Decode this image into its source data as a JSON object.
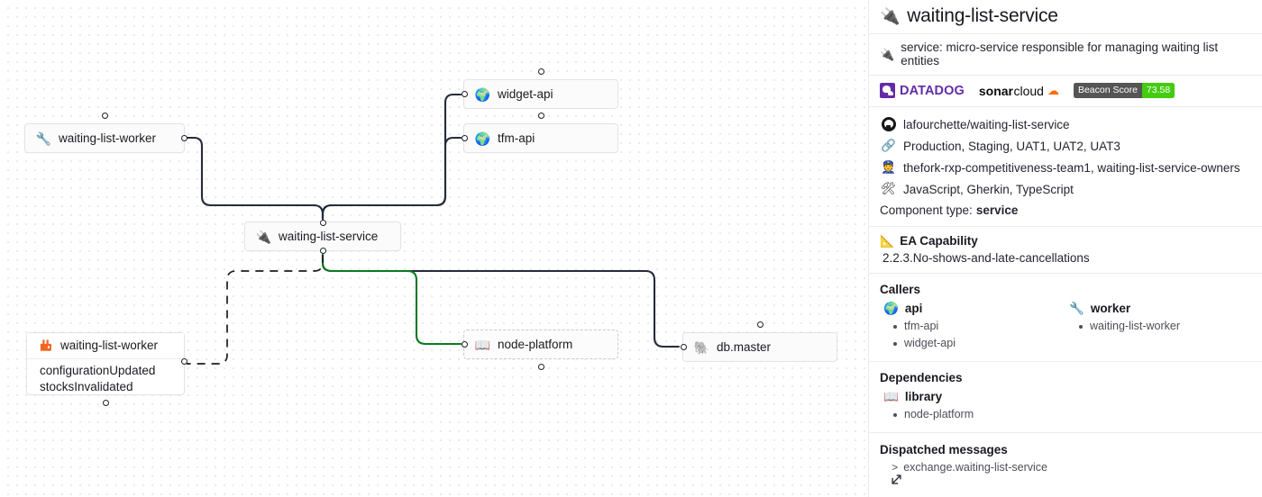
{
  "graph": {
    "nodes": [
      {
        "id": "waiting-list-worker-top",
        "label": "waiting-list-worker",
        "icon": "wrench-icon",
        "glyph": "🔧",
        "style": "solid"
      },
      {
        "id": "widget-api",
        "label": "widget-api",
        "icon": "globe-icon",
        "glyph": "🌍",
        "style": "solid"
      },
      {
        "id": "tfm-api",
        "label": "tfm-api",
        "icon": "globe-icon",
        "glyph": "🌍",
        "style": "solid"
      },
      {
        "id": "waiting-list-service",
        "label": "waiting-list-service",
        "icon": "plug-icon",
        "glyph": "🔌",
        "style": "solid"
      },
      {
        "id": "node-platform",
        "label": "node-platform",
        "icon": "book-icon",
        "glyph": "📖",
        "style": "dashed"
      },
      {
        "id": "db-master",
        "label": "db.master",
        "icon": "postgres-icon",
        "glyph": "🐘",
        "style": "solid"
      },
      {
        "id": "waiting-list-worker-messages",
        "label": "waiting-list-worker",
        "icon": "rabbitmq-icon",
        "glyph": "▌▄",
        "style": "solid",
        "messages": [
          "configurationUpdated",
          "stocksInvalidated"
        ]
      }
    ],
    "edge_colors": {
      "default": "#252b3b",
      "dependency": "#0b7a1f",
      "dashed": "#1b1b20"
    }
  },
  "panel": {
    "title": "waiting-list-service",
    "title_icon": "plug-icon",
    "title_glyph": "🔌",
    "subtitle": "service: micro-service responsible for managing waiting list entities",
    "subtitle_icon": "plug-icon",
    "subtitle_glyph": "🔌",
    "badges": {
      "datadog_label": "DATADOG",
      "sonarcloud_bold": "sonar",
      "sonarcloud_normal": "cloud",
      "beacon_label": "Beacon Score",
      "beacon_value": "73.58",
      "beacon_color": "#44cc11",
      "datadog_color": "#632ca6",
      "sonarcloud_cloud_color": "#fd6a02"
    },
    "meta": [
      {
        "icon": "github-icon",
        "glyph": "",
        "text": "lafourchette/waiting-list-service"
      },
      {
        "icon": "link-icon",
        "glyph": "🔗",
        "text": "Production, Staging, UAT1, UAT2, UAT3"
      },
      {
        "icon": "police-officer-icon",
        "glyph": "👮",
        "text": "thefork-rxp-competitiveness-team1, waiting-list-service-owners"
      },
      {
        "icon": "tools-icon",
        "glyph": "🛠",
        "text": "JavaScript, Gherkin, TypeScript"
      }
    ],
    "component_type_label": "Component type:",
    "component_type_value": "service",
    "ea_capability": {
      "icon": "triangle-ruler-icon",
      "glyph": "📐",
      "heading": "EA Capability",
      "value": "2.2.3.No-shows-and-late-cancellations"
    },
    "callers": {
      "heading": "Callers",
      "groups": [
        {
          "icon": "globe-icon",
          "glyph": "🌍",
          "name": "api",
          "items": [
            "tfm-api",
            "widget-api"
          ]
        },
        {
          "icon": "wrench-icon",
          "glyph": "🔧",
          "name": "worker",
          "items": [
            "waiting-list-worker"
          ]
        }
      ]
    },
    "dependencies": {
      "heading": "Dependencies",
      "groups": [
        {
          "icon": "book-icon",
          "glyph": "📖",
          "name": "library",
          "items": [
            "node-platform"
          ]
        }
      ]
    },
    "dispatched": {
      "heading": "Dispatched messages",
      "prefix": ">",
      "value": "exchange.waiting-list-service",
      "external_link_icon": "external-link-icon",
      "external_link_glyph": "↗"
    }
  }
}
